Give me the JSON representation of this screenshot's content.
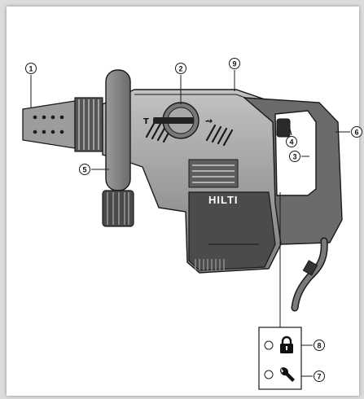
{
  "callouts": {
    "c1": "1",
    "c2": "2",
    "c3": "3",
    "c4": "4",
    "c5": "5",
    "c6": "6",
    "c7": "7",
    "c8": "8",
    "c9": "9"
  },
  "brand": "HILTI",
  "mode_symbols": {
    "hammer": "T",
    "chisel": "⇝"
  },
  "icons": {
    "lock": "lock-icon",
    "wrench": "wrench-icon"
  },
  "colors": {
    "body_dark": "#3c3c3c",
    "body_mid": "#8a8a8a",
    "body_light": "#b5b5b5",
    "outline": "#1a1a1a"
  }
}
